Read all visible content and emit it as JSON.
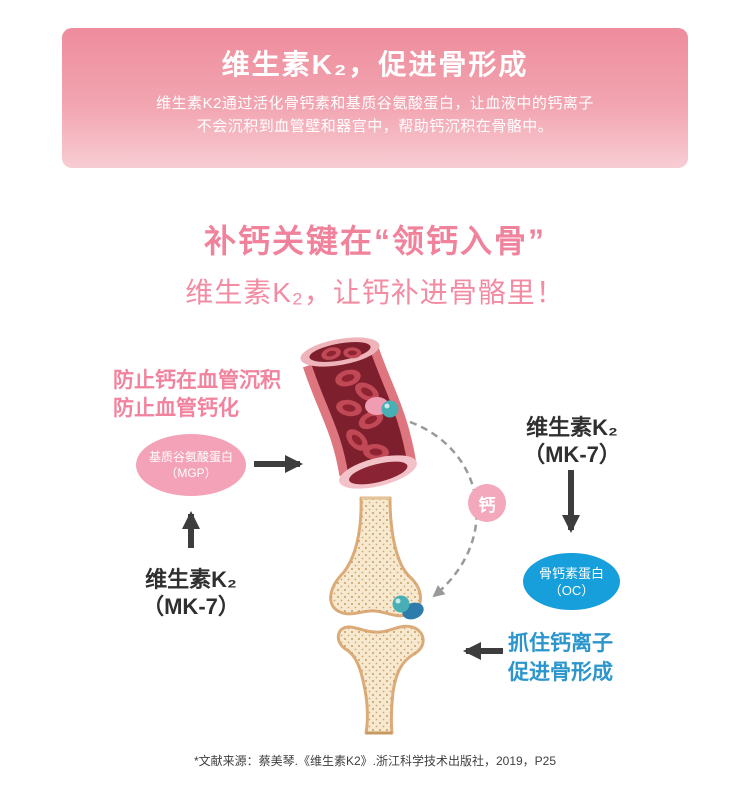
{
  "banner": {
    "title": "维生素K₂，促进骨形成",
    "desc_line1": "维生素K2通过活化骨钙素和基质谷氨酸蛋白，让血液中的钙离子",
    "desc_line2": "不会沉积到血管壁和器官中，帮助钙沉积在骨骼中。"
  },
  "headline": {
    "line1": "补钙关键在“领钙入骨”",
    "line2": "维生素K₂，让钙补进骨骼里！"
  },
  "diagram": {
    "vessel_note": {
      "line1": "防止钙在血管沉积",
      "line2": "防止血管钙化"
    },
    "mgp": {
      "line1": "基质谷氨酸蛋白",
      "line2": "（MGP）"
    },
    "vitamin_left": {
      "line1": "维生素K₂",
      "line2": "（MK-7）"
    },
    "vitamin_right": {
      "line1": "维生素K₂",
      "line2": "（MK-7）"
    },
    "oc": {
      "line1": "骨钙素蛋白",
      "line2": "（OC）"
    },
    "calcium": "钙",
    "bone_note": {
      "line1": "抓住钙离子",
      "line2": "促进骨形成"
    }
  },
  "footnote": "*文献来源：蔡美琴.《维生素K2》.浙江科学技术出版社，2019，P25",
  "colors": {
    "banner_pink_top": "#ee8c9c",
    "banner_pink_bottom": "#f8ccd3",
    "headline_pink": "#f0829c",
    "mgp_pink": "#f4a2b7",
    "calcium_pink": "#f3a8bc",
    "oc_blue": "#169fdb",
    "bone_note_blue": "#2b95cc",
    "vessel_wall_red": "#dd767f",
    "vessel_lumen_red": "#7e1f2e",
    "bone_cream": "#f6e9cf",
    "bone_outline_tan": "#dcab7a",
    "ion_teal": "#48b0b5"
  }
}
